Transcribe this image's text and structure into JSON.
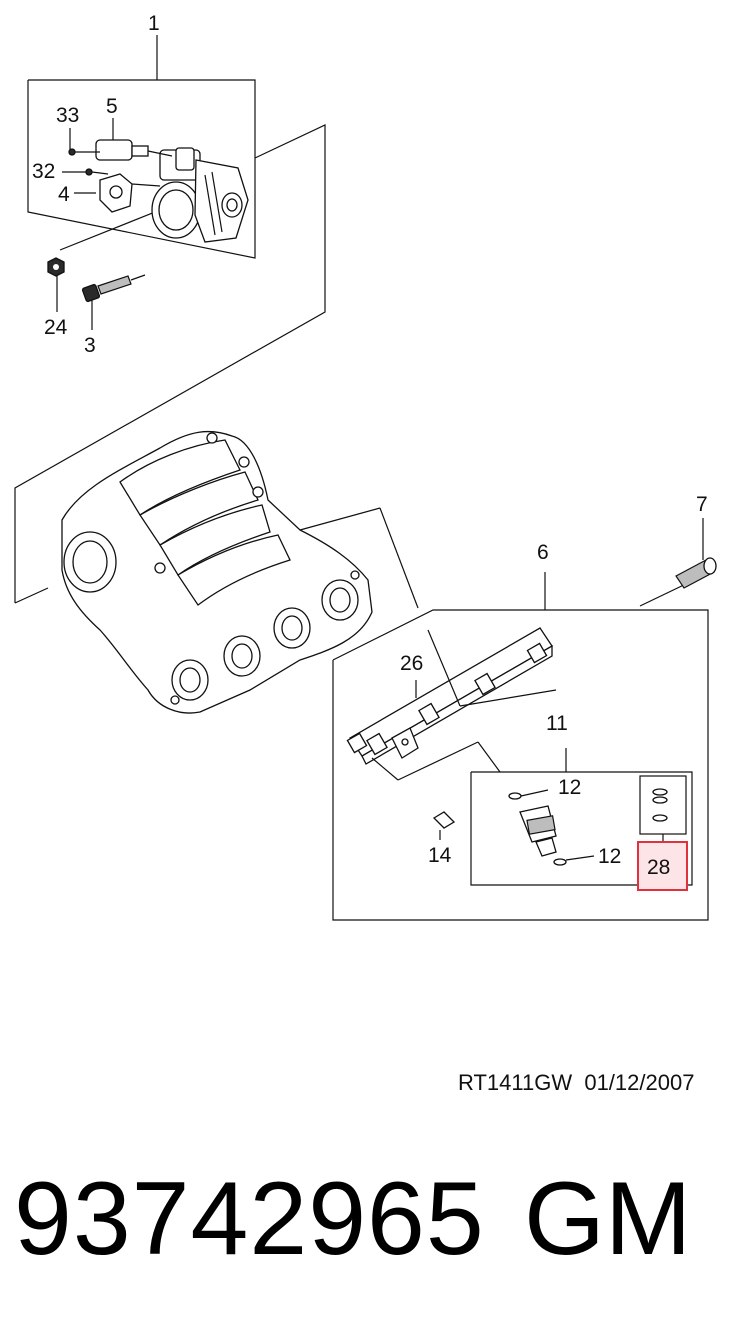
{
  "callouts": {
    "c1": "1",
    "c5": "5",
    "c33": "33",
    "c32": "32",
    "c4": "4",
    "c24": "24",
    "c3": "3",
    "c7": "7",
    "c6": "6",
    "c26": "26",
    "c11": "11",
    "c12a": "12",
    "c12b": "12",
    "c14": "14",
    "c28": "28"
  },
  "highlight_color": "#e0323c",
  "highlight_fill": "#fde4e6",
  "footer": {
    "ref_code": "RT1411GW  01/12/2007",
    "part_number": "93742965",
    "brand": "GM"
  }
}
